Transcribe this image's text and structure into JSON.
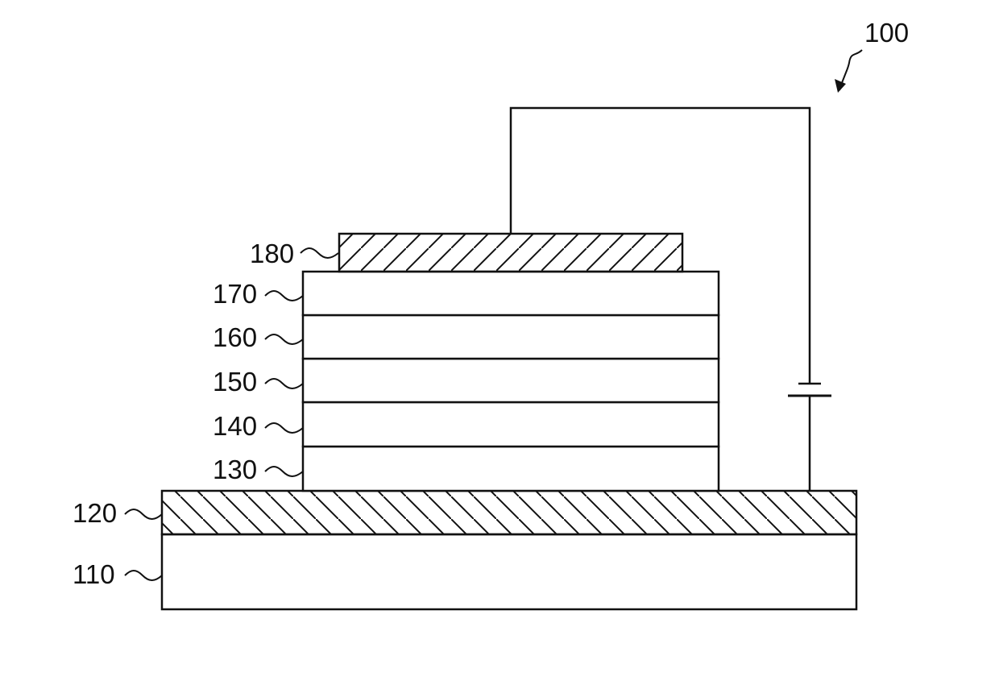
{
  "figure": {
    "device_ref": "100",
    "layers": [
      {
        "ref": "110"
      },
      {
        "ref": "120"
      },
      {
        "ref": "130"
      },
      {
        "ref": "140"
      },
      {
        "ref": "150"
      },
      {
        "ref": "160"
      },
      {
        "ref": "170"
      },
      {
        "ref": "180"
      }
    ],
    "colors": {
      "line": "#111111",
      "background": "#ffffff"
    }
  }
}
